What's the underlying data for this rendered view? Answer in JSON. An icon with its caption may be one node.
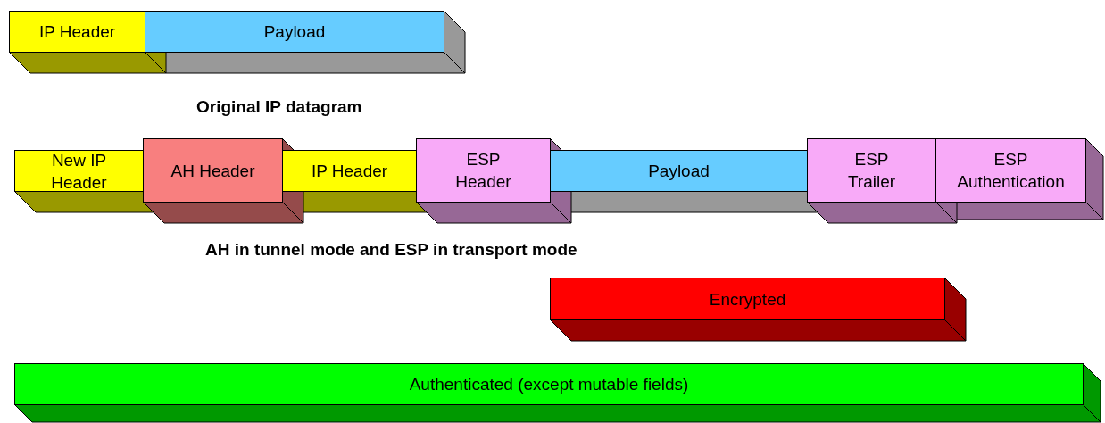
{
  "diagram": {
    "nodes": [
      {
        "text": [
          "IP Header"
        ]
      },
      {
        "text": [
          "Payload"
        ]
      },
      {
        "text": [
          "New IP Header"
        ]
      },
      {
        "text": [
          "AH Header"
        ]
      },
      {
        "text": [
          "IP Header"
        ]
      },
      {
        "text": [
          "ESP Header"
        ]
      },
      {
        "text": [
          "Payload"
        ]
      },
      {
        "text": [
          "ESP Trailer"
        ]
      },
      {
        "text": [
          "ESP Authentication"
        ]
      },
      {
        "text": [
          "Encrypted"
        ]
      },
      {
        "text": [
          "Authenticated (except mutable fields)"
        ]
      }
    ],
    "labels": [
      "Original IP datagram",
      "AH in tunnel mode and ESP in transport mode"
    ]
  }
}
